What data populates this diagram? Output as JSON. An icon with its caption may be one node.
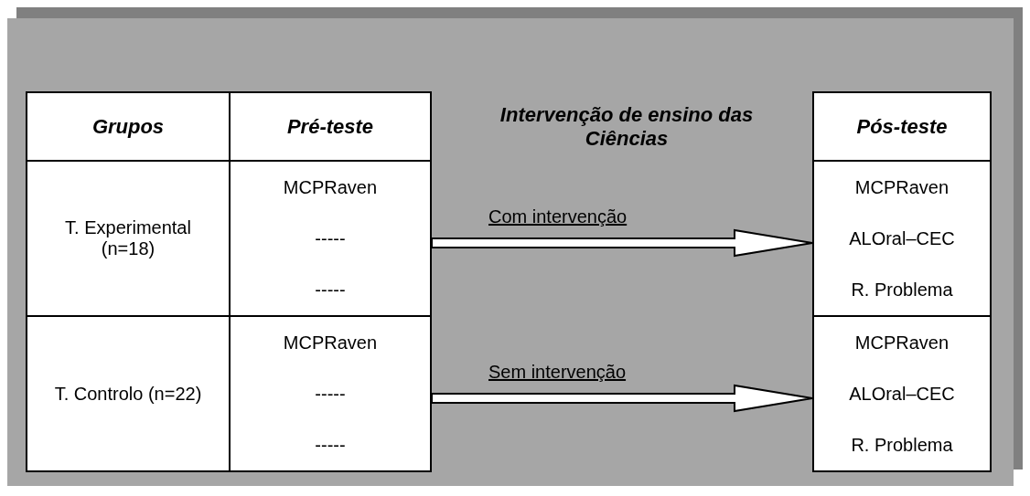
{
  "diagram": {
    "nodes": [
      {
        "text": [
          "T. Experimental (n=18)"
        ]
      },
      {
        "text": [
          "MCPRaven",
          "-----",
          "-----"
        ]
      },
      {
        "text": [
          "MCPRaven",
          "ALOral–CEC",
          "R. Problema"
        ]
      },
      {
        "text": [
          "T. Controlo (n=22)"
        ]
      },
      {
        "text": [
          "MCPRaven",
          "-----",
          "-----"
        ]
      },
      {
        "text": [
          "MCPRaven",
          "ALOral–CEC",
          "R. Problema"
        ]
      }
    ],
    "edges": [
      {
        "from": 1,
        "to": 2,
        "arrow": "to",
        "label": "Com intervenção"
      },
      {
        "from": 4,
        "to": 5,
        "arrow": "to",
        "label": "Sem intervenção"
      }
    ],
    "labels": [
      "Grupos",
      "Pré-teste",
      "Intervenção de ensino das Ciências",
      "Pós-teste"
    ]
  }
}
